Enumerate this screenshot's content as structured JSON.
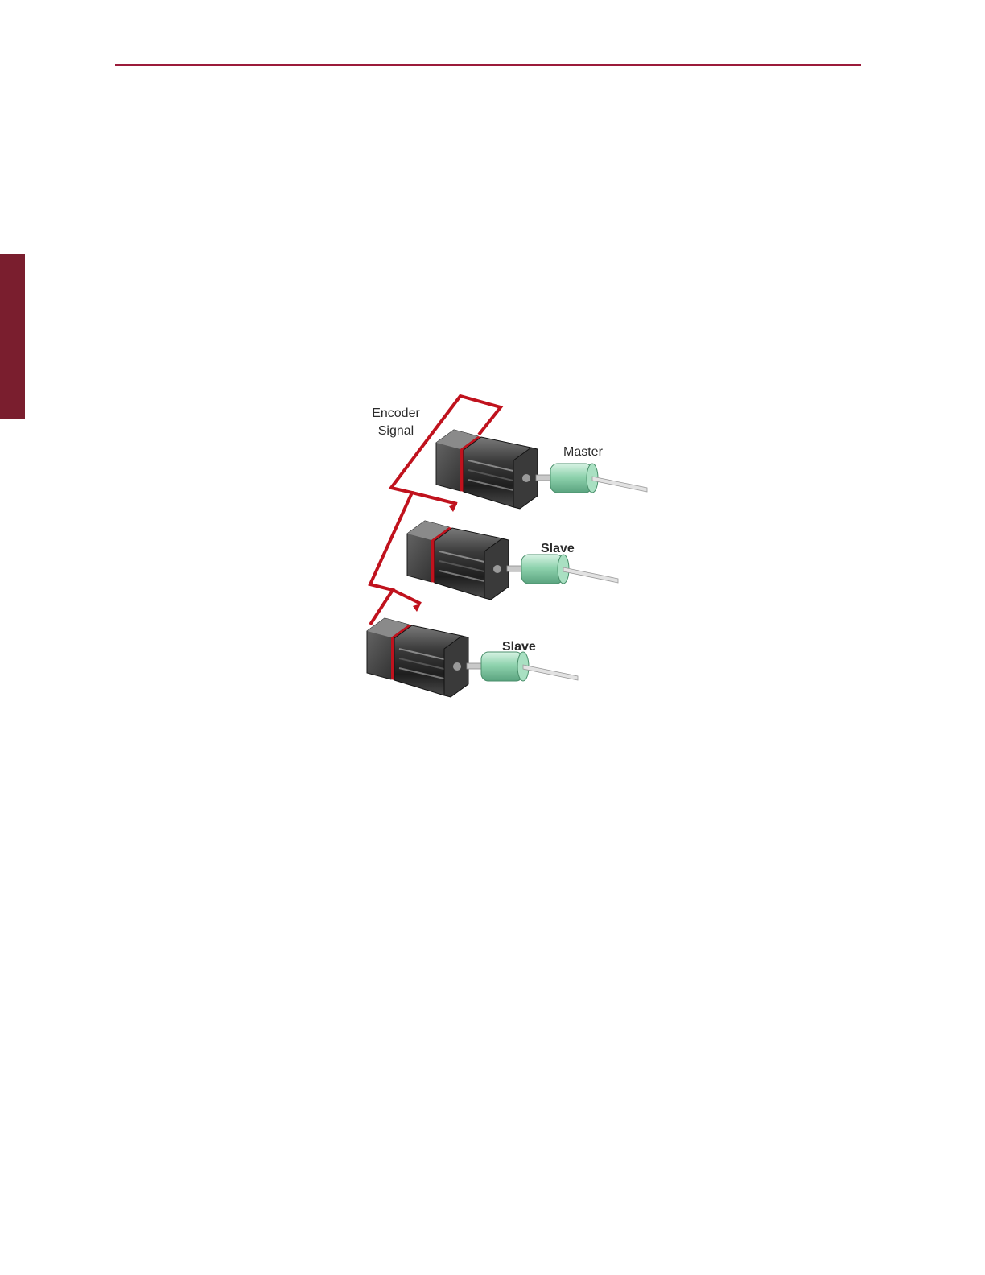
{
  "colors": {
    "accent": "#9b1b3a",
    "side_tab": "#7a1e2e",
    "signal_line": "#c0121d",
    "coupling": "#8fd3ae",
    "motor_body": "#2a2a2a"
  },
  "figure": {
    "signal_label_line1": "Encoder",
    "signal_label_line2": "Signal",
    "motors": [
      {
        "label": "Master"
      },
      {
        "label": "Slave"
      },
      {
        "label": "Slave"
      }
    ]
  }
}
